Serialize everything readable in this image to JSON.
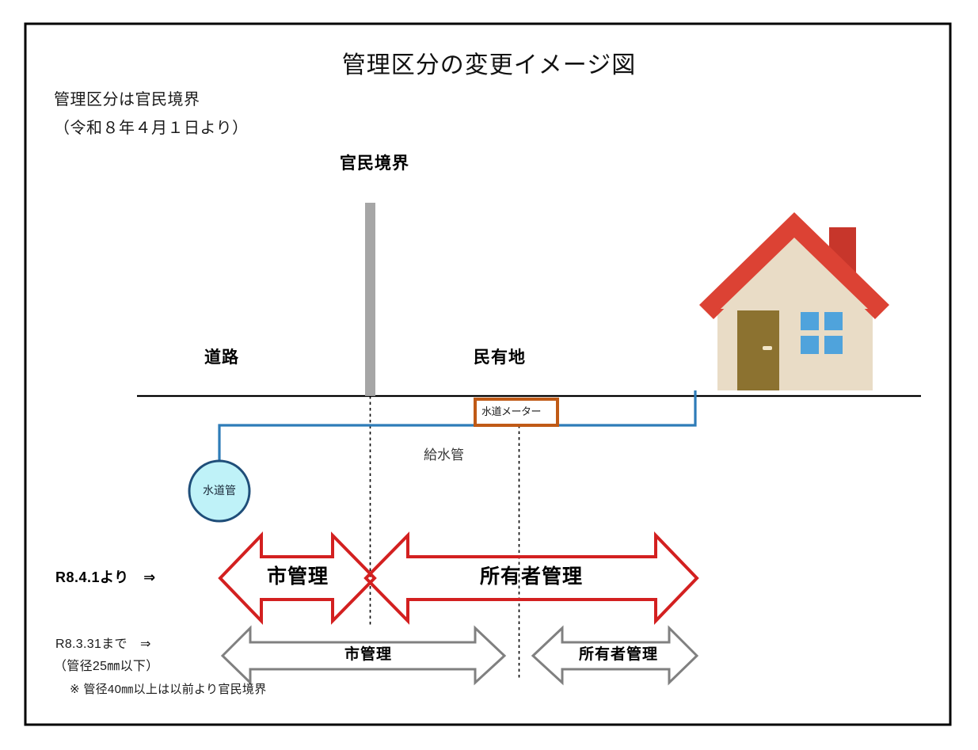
{
  "document": {
    "title": "管理区分の変更イメージ図",
    "note_line1": "管理区分は官民境界",
    "note_line2": "（令和８年４月１日より）"
  },
  "diagram": {
    "boundary_post_label": "官民境界",
    "road_label": "道路",
    "private_land_label": "民有地",
    "water_meter_label": "水道メーター",
    "supply_pipe_label": "給水管",
    "water_main_label": "水道管"
  },
  "legend": {
    "new_rule_label": "R8.4.1より　⇒",
    "old_rule_label": "R8.3.31まで　⇒",
    "old_rule_sub": "（管径25㎜以下）",
    "footnote": "※ 管径40㎜以上は以前より官民境界"
  },
  "arrows": {
    "new": {
      "city_label": "市管理",
      "owner_label": "所有者管理"
    },
    "old": {
      "city_label": "市管理",
      "owner_label": "所有者管理"
    }
  },
  "colors": {
    "red_arrow": "#D32020",
    "gray_arrow": "#808080",
    "pipe_blue": "#2E7CB8",
    "meter_border": "#C05A16",
    "post_gray": "#A6A6A6",
    "roof_red": "#DC4234",
    "chimney_red": "#C7362B",
    "house_body": "#E9DCC6",
    "door_olive": "#8C7230",
    "window_blue": "#4FA3DC",
    "circle_fill": "#BFF2F8",
    "circle_stroke": "#1F4E79"
  }
}
